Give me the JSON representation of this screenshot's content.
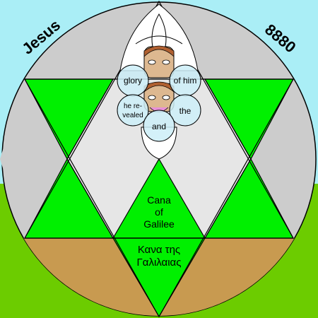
{
  "corner_labels": {
    "left": "Jesus",
    "right": "8880"
  },
  "circles": {
    "top_left": "glory",
    "top_right": "of him",
    "mid_left_line1": "he re-",
    "mid_left_line2": "vealed",
    "mid_right": "the",
    "bottom": "and"
  },
  "center_text": {
    "english_line1": "Cana",
    "english_line2": "of",
    "english_line3": "Galilee",
    "greek_line1": "Κανα της",
    "greek_line2": "Γαλιλαιας"
  },
  "colors": {
    "sky": "#aaeef6",
    "ground": "#6ccc00",
    "gray": "#cccccc",
    "light_gray": "#e6e6e6",
    "green": "#00f000",
    "brown": "#c89a50",
    "circle_fill": "#cdeef8",
    "face_skin": "#ddb890",
    "face_hair": "#b06030"
  }
}
